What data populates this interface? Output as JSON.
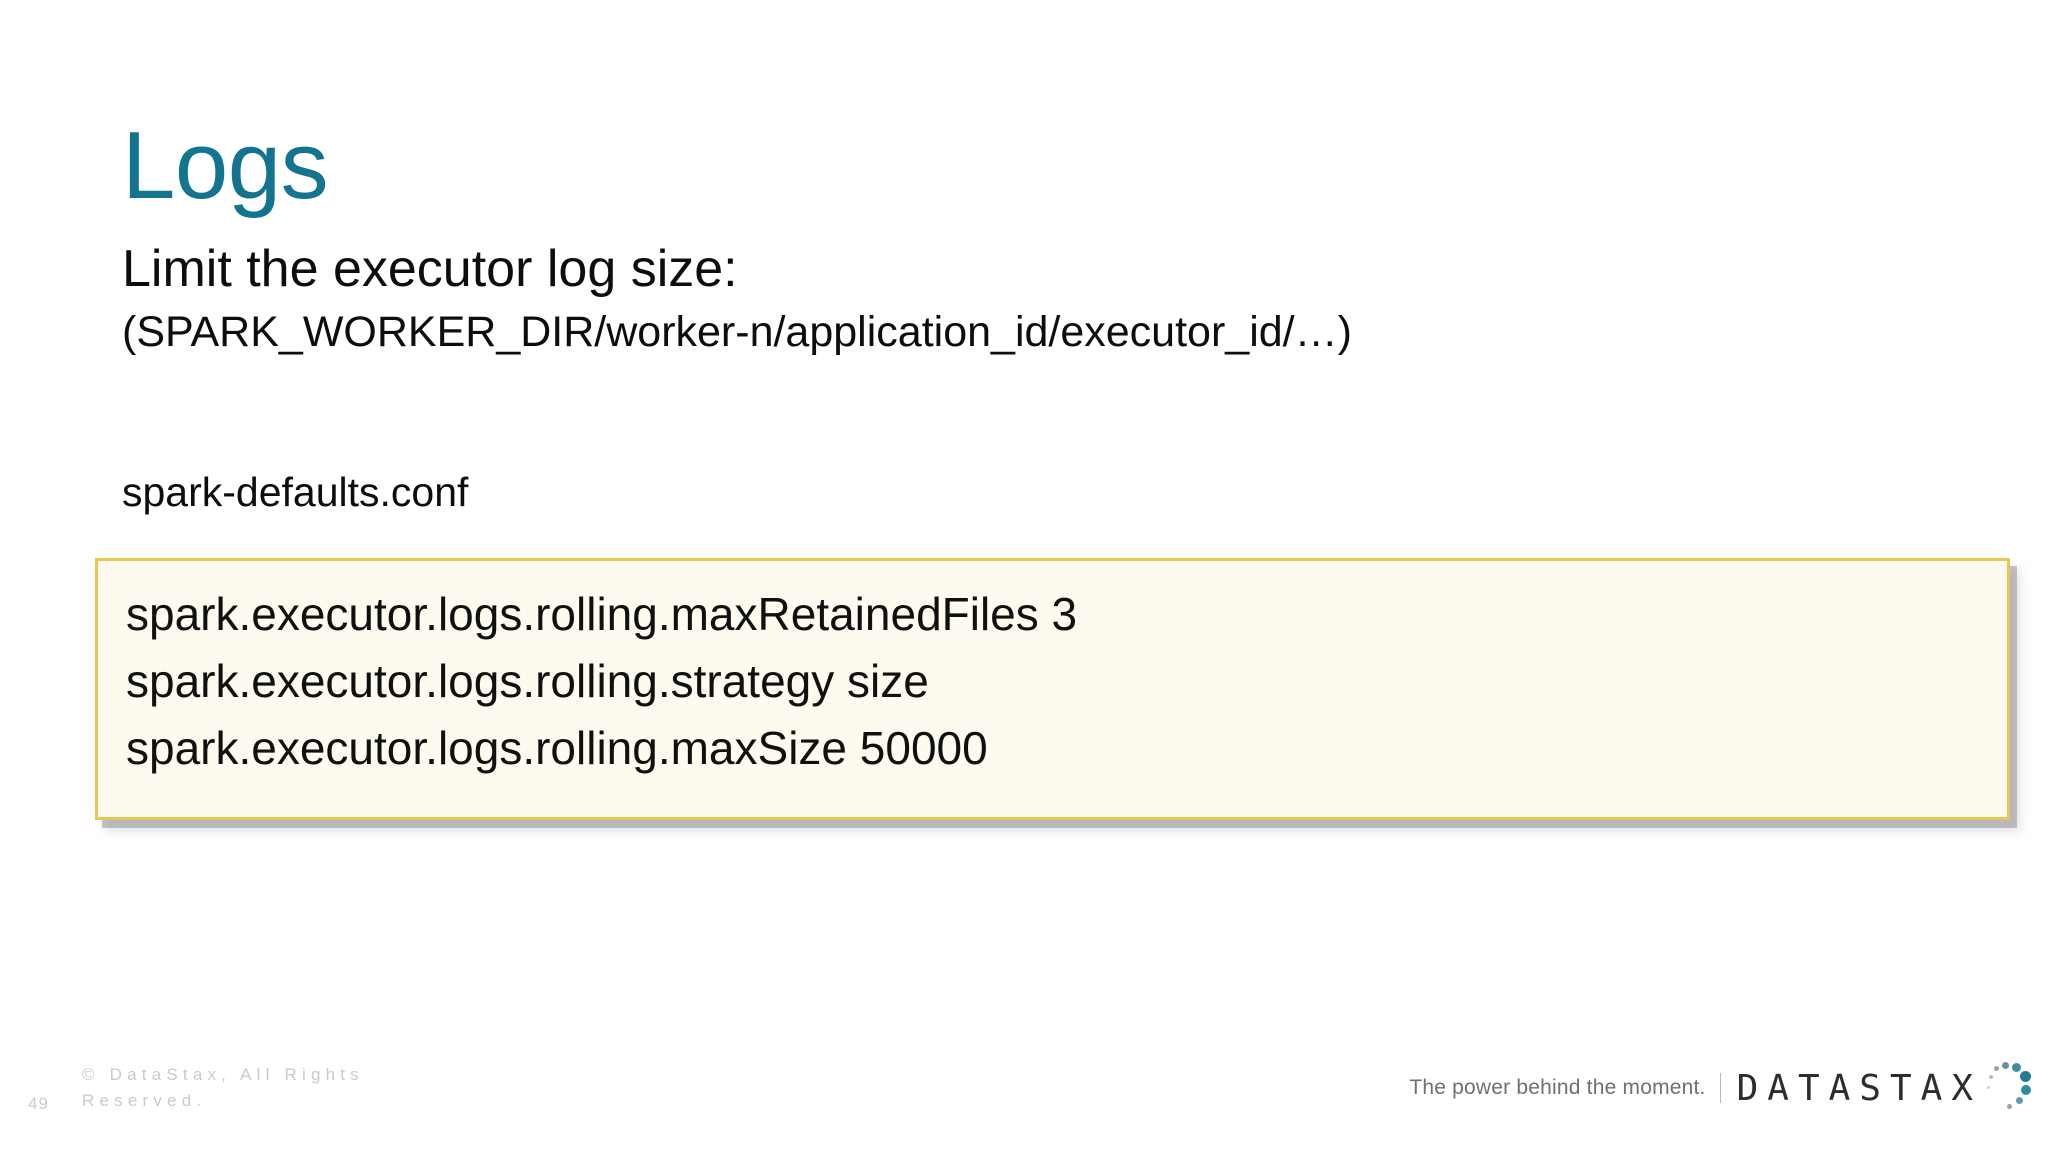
{
  "slide": {
    "title": "Logs",
    "page_number": "49",
    "accent_color": "#13748F",
    "callout_border_color": "#E9C755",
    "callout_background_color": "#FDFAEF"
  },
  "body": {
    "lead_line": "Limit the executor log size:",
    "path_line": "(SPARK_WORKER_DIR/worker-n/application_id/executor_id/…)",
    "config_file_name": "spark-defaults.conf"
  },
  "code_box": {
    "lines": [
      "spark.executor.logs.rolling.maxRetainedFiles 3",
      "spark.executor.logs.rolling.strategy size",
      "spark.executor.logs.rolling.maxSize 50000"
    ]
  },
  "footer": {
    "copyright": "© DataStax, All Rights Reserved.",
    "tagline": "The power behind the moment.",
    "wordmark": "DATASTAX"
  }
}
